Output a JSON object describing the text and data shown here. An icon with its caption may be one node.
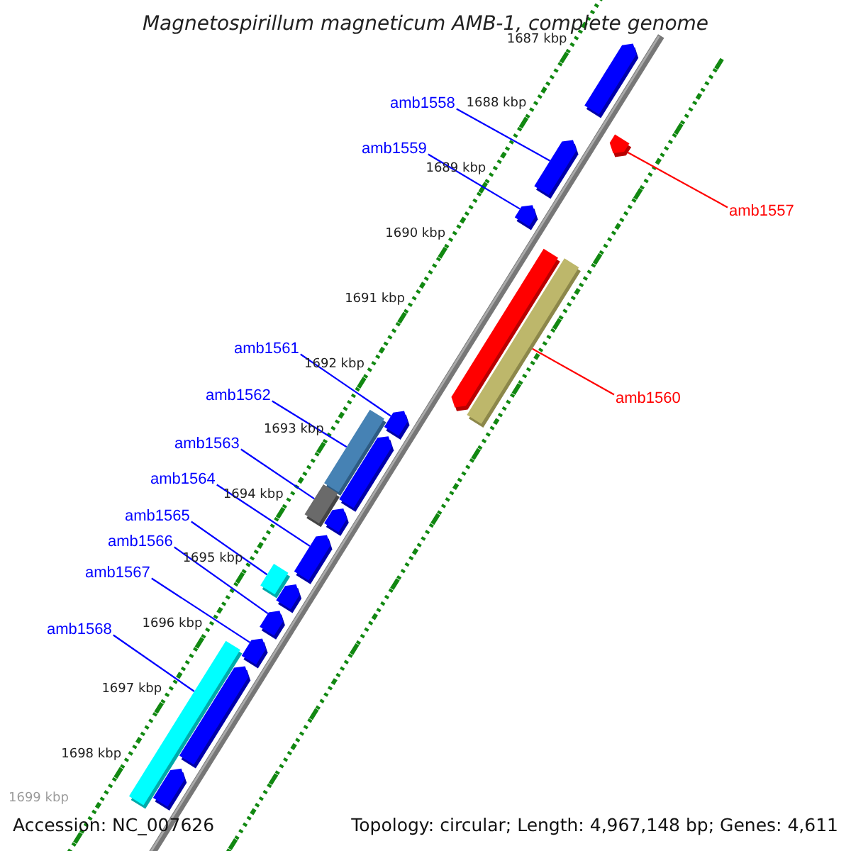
{
  "diagram": {
    "title": "Magnetospirillum magneticum AMB-1, complete genome",
    "nodes": [
      {
        "text": [
          "amb1558"
        ]
      },
      {
        "text": [
          "amb1559"
        ]
      },
      {
        "text": [
          "amb1557"
        ]
      },
      {
        "text": [
          "amb1561"
        ]
      },
      {
        "text": [
          "amb1562"
        ]
      },
      {
        "text": [
          "amb1560"
        ]
      },
      {
        "text": [
          "amb1563"
        ]
      },
      {
        "text": [
          "amb1564"
        ]
      },
      {
        "text": [
          "amb1565"
        ]
      },
      {
        "text": [
          "amb1566"
        ]
      },
      {
        "text": [
          "amb1567"
        ]
      },
      {
        "text": [
          "amb1568"
        ]
      },
      {
        "text": [],
        "shape": "bar"
      },
      {
        "text": [],
        "shape": "bar"
      },
      {
        "text": [],
        "shape": "bar"
      },
      {
        "text": [],
        "shape": "bar"
      },
      {
        "text": [],
        "shape": "bar"
      },
      {
        "text": [],
        "shape": "bar"
      },
      {
        "text": [],
        "shape": "bar"
      },
      {
        "text": [],
        "shape": "bar"
      },
      {
        "text": [],
        "shape": "bar"
      },
      {
        "text": [],
        "shape": "bar"
      },
      {
        "text": [],
        "shape": "bar"
      },
      {
        "text": [],
        "shape": "bar"
      },
      {
        "text": [],
        "shape": "bar"
      },
      {
        "text": [],
        "shape": "bar"
      },
      {
        "text": [],
        "shape": "bar"
      },
      {
        "text": [],
        "shape": "bar"
      },
      {
        "text": [],
        "shape": "bar"
      },
      {
        "text": [],
        "shape": "bar"
      },
      {
        "text": [],
        "shape": "bar"
      }
    ],
    "edges": [
      {
        "from": 0,
        "to": 14,
        "arrow": "none"
      },
      {
        "from": 1,
        "to": 15,
        "arrow": "none"
      },
      {
        "from": 2,
        "to": 13,
        "arrow": "none",
        "color": "#ff0000"
      },
      {
        "from": 3,
        "to": 18,
        "arrow": "none"
      },
      {
        "from": 4,
        "to": 19,
        "arrow": "none"
      },
      {
        "from": 5,
        "to": 17,
        "arrow": "none",
        "color": "#ff0000"
      },
      {
        "from": 6,
        "to": 21,
        "arrow": "none"
      },
      {
        "from": 7,
        "to": 23,
        "arrow": "none"
      },
      {
        "from": 8,
        "to": 24,
        "arrow": "none"
      },
      {
        "from": 9,
        "to": 26,
        "arrow": "none"
      },
      {
        "from": 10,
        "to": 27,
        "arrow": "none"
      },
      {
        "from": 11,
        "to": 28,
        "arrow": "none"
      }
    ],
    "labels": [
      "1687 kbp",
      "1688 kbp",
      "1689 kbp",
      "1690 kbp",
      "1691 kbp",
      "1692 kbp",
      "1693 kbp",
      "1694 kbp",
      "1695 kbp",
      "1696 kbp",
      "1697 kbp",
      "1698 kbp",
      "1699 kbp",
      "Accession: NC_007626",
      "Topology: circular; Length: 4,967,148 bp; Genes: 4,611"
    ]
  }
}
